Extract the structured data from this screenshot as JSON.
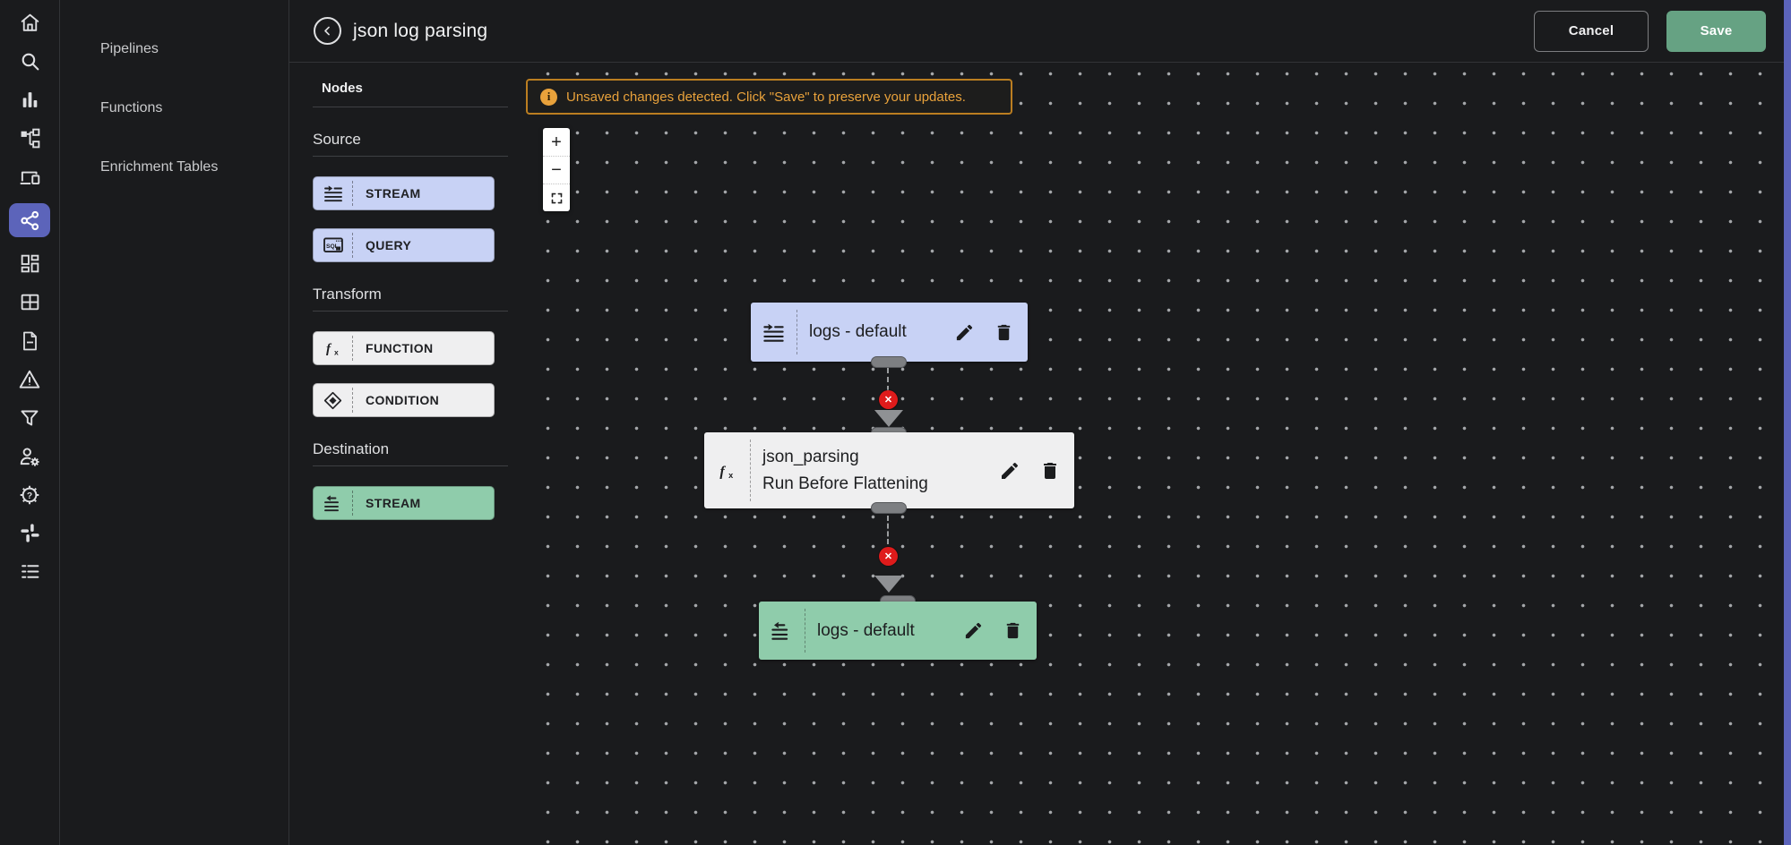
{
  "colors": {
    "background": "#1a1b1d",
    "accent_purple": "#5c64ba",
    "node_blue": "#c8d2f5",
    "node_white": "#efeff0",
    "node_green": "#8fccab",
    "save_green": "#66a283",
    "warning_orange": "#e9a23b",
    "error_red": "#df1b1b"
  },
  "icon_rail": {
    "active_item": "pipelines",
    "items": [
      "home-icon",
      "search-icon",
      "bar-chart-icon",
      "pipeline-tree-icon",
      "devices-icon",
      "share-pipelines-icon",
      "dashboard-icon",
      "table-icon",
      "report-icon",
      "alert-triangle-icon",
      "filter-icon",
      "user-settings-icon",
      "settings-help-icon",
      "slack-icon",
      "list-icon"
    ]
  },
  "nav_sidebar": {
    "items": [
      {
        "label": "Pipelines"
      },
      {
        "label": "Functions"
      },
      {
        "label": "Enrichment Tables"
      }
    ]
  },
  "header": {
    "title": "json log parsing",
    "cancel_label": "Cancel",
    "save_label": "Save"
  },
  "banner": {
    "icon": "info-icon",
    "icon_glyph": "i",
    "text": "Unsaved changes detected. Click \"Save\" to preserve your updates."
  },
  "nodes_panel": {
    "title": "Nodes",
    "sections": [
      {
        "label": "Source",
        "items": [
          {
            "label": "STREAM",
            "icon": "stream-input-icon"
          },
          {
            "label": "QUERY",
            "icon": "query-icon"
          }
        ]
      },
      {
        "label": "Transform",
        "items": [
          {
            "label": "FUNCTION",
            "icon": "function-icon"
          },
          {
            "label": "CONDITION",
            "icon": "condition-icon"
          }
        ]
      },
      {
        "label": "Destination",
        "items": [
          {
            "label": "STREAM",
            "icon": "stream-output-icon"
          }
        ]
      }
    ]
  },
  "canvas": {
    "zoom_in_label": "+",
    "zoom_out_label": "−",
    "fit_view_icon": "fit-view-icon",
    "flow": {
      "source_node": {
        "type": "stream-input",
        "label": "logs - default"
      },
      "function_node": {
        "type": "function",
        "title": "json_parsing",
        "subtitle": "Run Before Flattening"
      },
      "destination_node": {
        "type": "stream-output",
        "label": "logs - default"
      },
      "edge_delete_glyph": "✕"
    }
  }
}
